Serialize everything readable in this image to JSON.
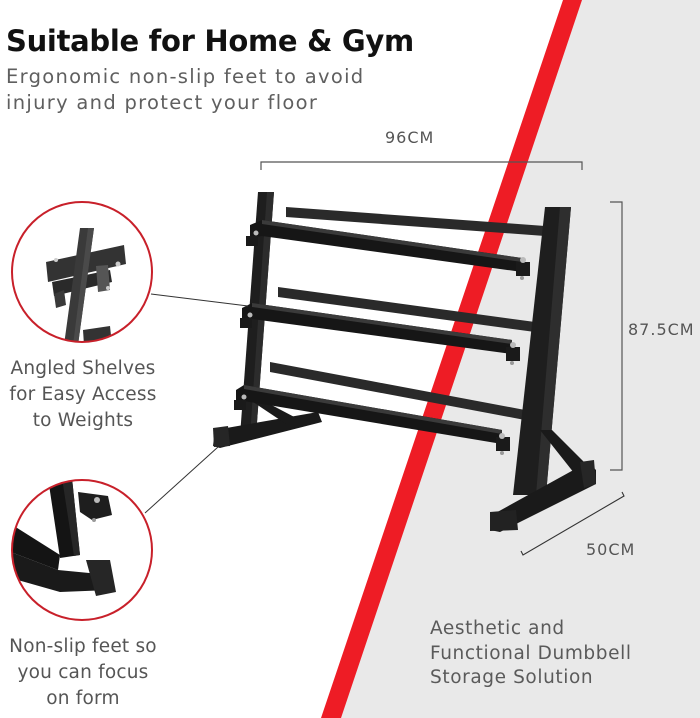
{
  "headline": "Suitable for Home & Gym",
  "subheadline": {
    "line1": "Ergonomic non-slip feet to avoid",
    "line2": "injury and protect your floor"
  },
  "dimensions": {
    "width": "96CM",
    "height": "87.5CM",
    "depth": "50CM"
  },
  "callouts": [
    {
      "lines": [
        "Angled Shelves",
        "for Easy Access",
        "to Weights"
      ],
      "detail_icon": "angled-shelf-closeup"
    },
    {
      "lines": [
        "Non-slip feet so",
        "you can focus",
        "on form"
      ],
      "detail_icon": "non-slip-foot-closeup"
    }
  ],
  "tagline": {
    "lines": [
      "Aesthetic and",
      "Functional Dumbbell",
      "Storage Solution"
    ]
  },
  "product": {
    "name": "3-tier dumbbell rack",
    "shelves": 3
  },
  "colors": {
    "accent_red": "#ee1c25",
    "panel_grey": "#e9e9e9",
    "circle_outline": "#c8202a",
    "rack_black": "#1c1c1c",
    "text_dark": "#111111",
    "text_grey": "#5a5a5a"
  }
}
